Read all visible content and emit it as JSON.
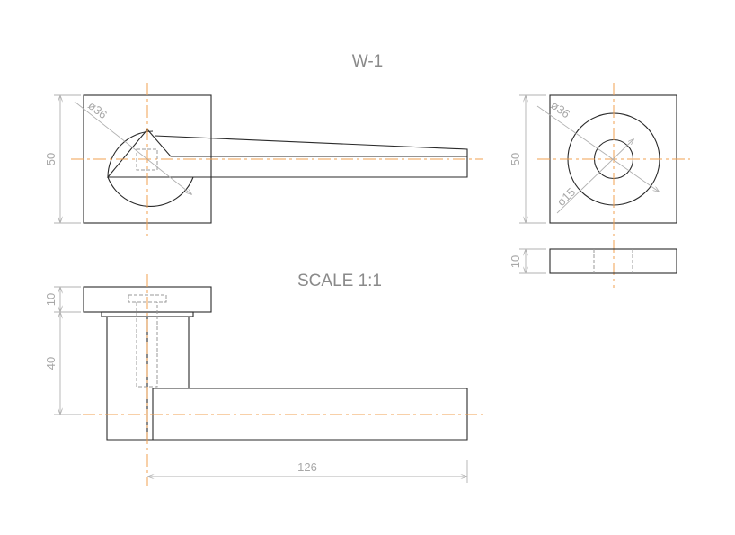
{
  "drawing": {
    "title": "W-1",
    "scale_label": "SCALE 1:1"
  },
  "front_view": {
    "height_dim": "50",
    "rosette_diameter_dim": "ø36"
  },
  "rosette_view": {
    "height_dim": "50",
    "outer_diameter_dim": "ø36",
    "inner_diameter_dim": "ø15",
    "thickness_dim": "10"
  },
  "side_view": {
    "rosette_thickness_dim": "10",
    "projection_dim": "40",
    "length_dim": "126"
  },
  "colors": {
    "line": "#2a2a2a",
    "centerline": "#f0a050",
    "dimension": "#b0b0b0"
  }
}
